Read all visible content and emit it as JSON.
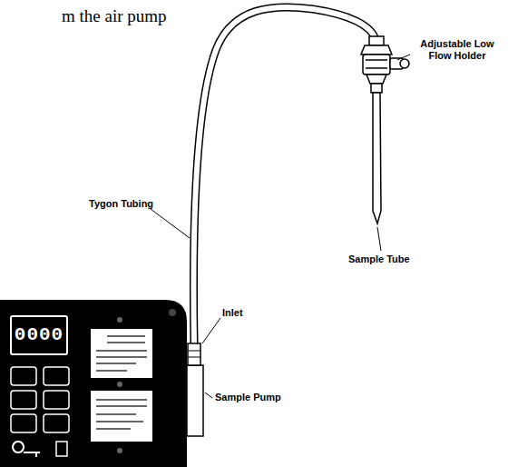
{
  "diagram": {
    "labels": [
      "m the air pump",
      "Adjustable Low Flow Holder",
      "Tygon Tubing",
      "Sample Tube",
      "Inlet",
      "Sample Pump",
      "0000"
    ]
  }
}
